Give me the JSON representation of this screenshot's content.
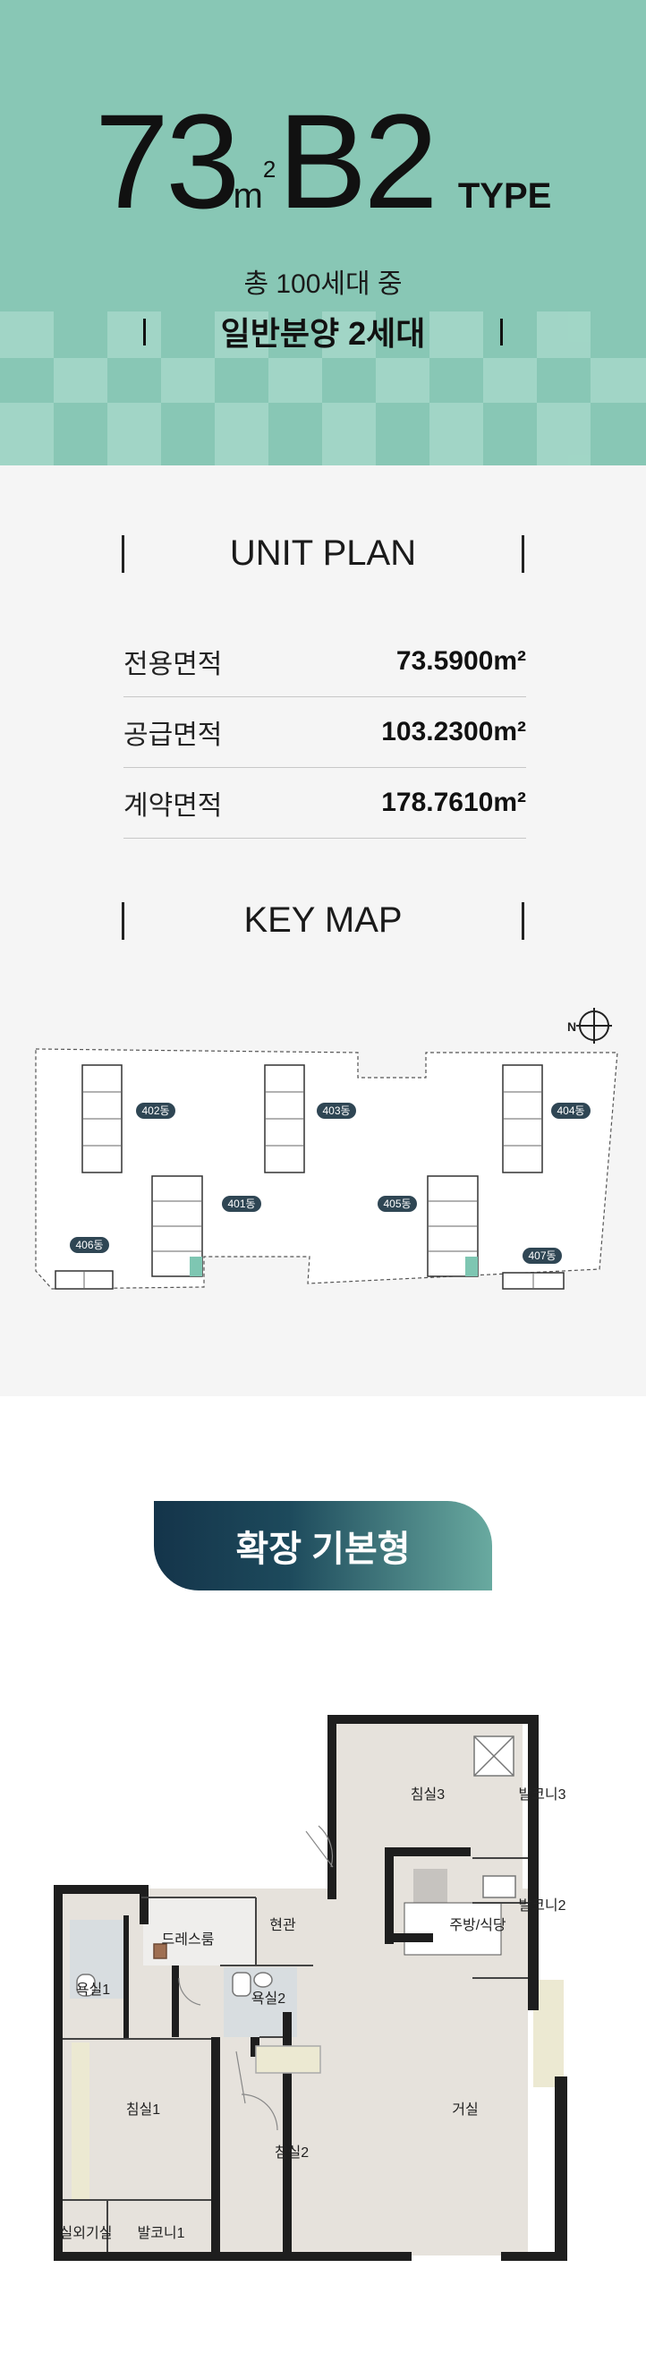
{
  "hero": {
    "size_number": "73",
    "unit_base": "m",
    "unit_sup": "2",
    "type_code": "B2",
    "type_word": "TYPE",
    "total_units": "총 100세대 중",
    "general_sale": "일반분양 2세대",
    "background_color": "#88c7b5"
  },
  "unit_plan": {
    "heading": "UNIT PLAN",
    "rows": [
      {
        "label": "전용면적",
        "value": "73.5900m²"
      },
      {
        "label": "공급면적",
        "value": "103.2300m²"
      },
      {
        "label": "계약면적",
        "value": "178.7610m²"
      }
    ]
  },
  "key_map": {
    "heading": "KEY MAP",
    "compass_letter": "N",
    "buildings": [
      "402동",
      "403동",
      "404동",
      "401동",
      "405동",
      "406동",
      "407동"
    ],
    "highlight_color": "#7ec6b2"
  },
  "floor_plan": {
    "variant_label": "확장 기본형",
    "rooms": [
      "침실3",
      "발코니3",
      "발코니2",
      "현관",
      "주방/식당",
      "드레스룸",
      "욕실1",
      "욕실2",
      "침실1",
      "거실",
      "침실2",
      "실외기실",
      "발코니1"
    ]
  }
}
